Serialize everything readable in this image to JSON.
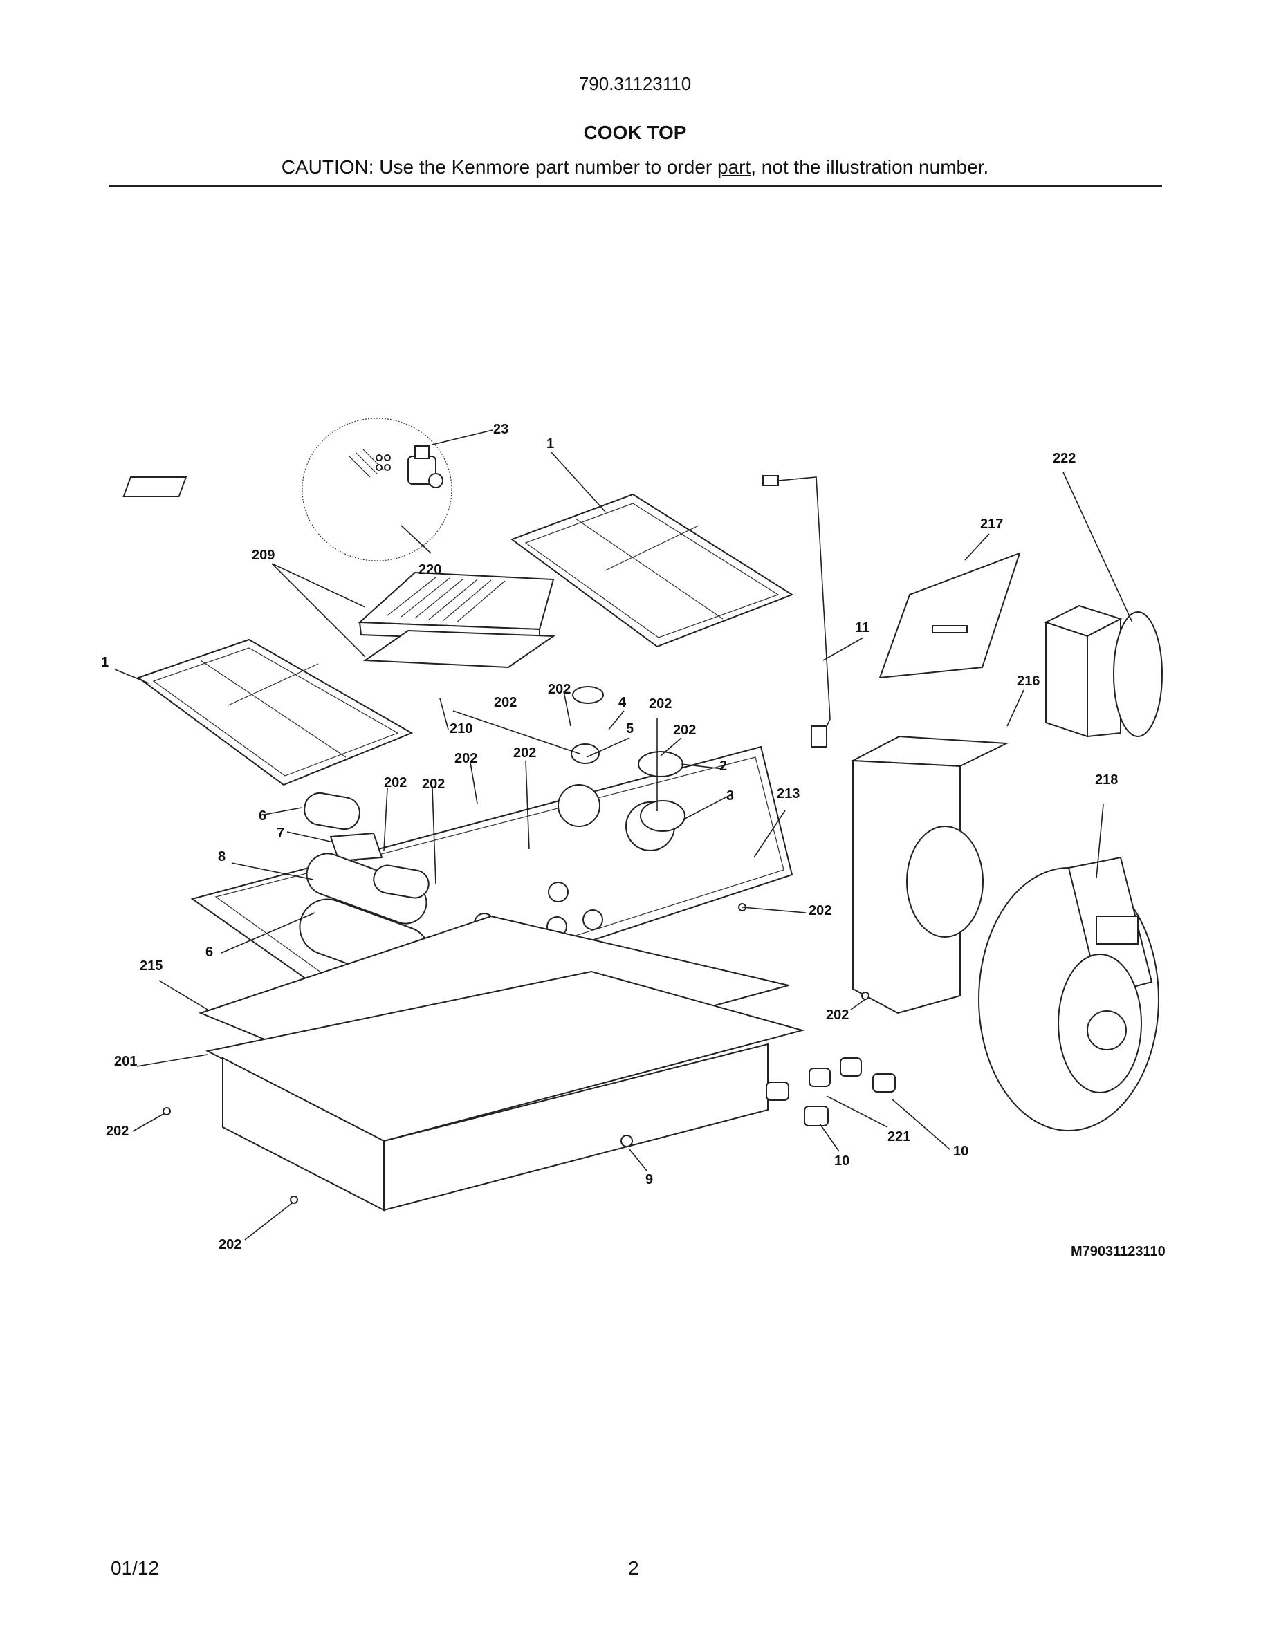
{
  "header": {
    "model": "790.31123110",
    "title": "COOK TOP",
    "caution_prefix": "CAUTION: Use the Kenmore part number to order ",
    "caution_underlined": "part",
    "caution_suffix": ", not the illustration number."
  },
  "callouts": {
    "c23": "23",
    "c1_top": "1",
    "c222": "222",
    "c217": "217",
    "c209": "209",
    "c220": "220",
    "c11": "11",
    "c1_left": "1",
    "c216": "216",
    "c202_a": "202",
    "c4": "4",
    "c202_b": "202",
    "c202_c": "202",
    "c210": "210",
    "c5": "5",
    "c202_d": "202",
    "c202_e": "202",
    "c202_f": "202",
    "c2": "2",
    "c218": "218",
    "c202_g": "202",
    "c202_h": "202",
    "c213": "213",
    "c3": "3",
    "c6_top": "6",
    "c7": "7",
    "c8": "8",
    "c202_i": "202",
    "c6_bottom": "6",
    "c215": "215",
    "c202_j": "202",
    "c201": "201",
    "c202_k": "202",
    "c221": "221",
    "c10_right": "10",
    "c10_left": "10",
    "c9": "9",
    "c202_l": "202"
  },
  "diagram_code": "M79031123110",
  "footer": {
    "date": "01/12",
    "page": "2"
  }
}
